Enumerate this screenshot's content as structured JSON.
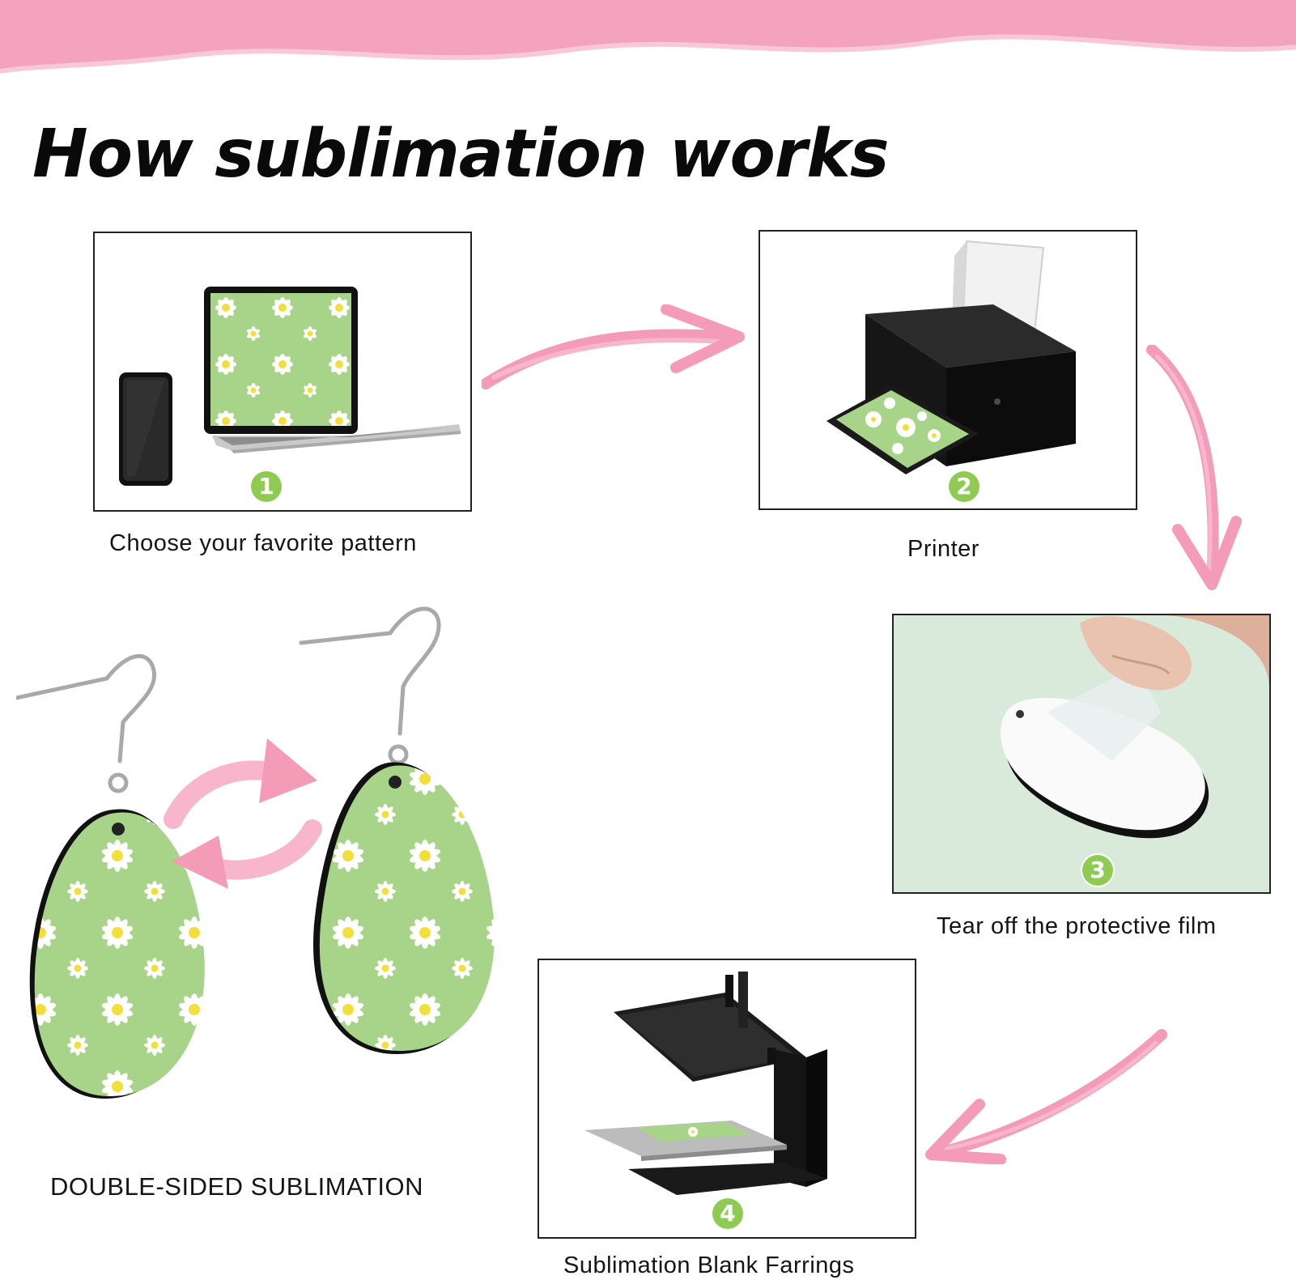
{
  "title": "How sublimation works",
  "steps": [
    {
      "number": "1",
      "caption": "Choose your favorite pattern",
      "icon": "laptop-phone-icon"
    },
    {
      "number": "2",
      "caption": "Printer",
      "icon": "printer-icon"
    },
    {
      "number": "3",
      "caption": "Tear off the protective film",
      "icon": "peel-film-icon"
    },
    {
      "number": "4",
      "caption": "Sublimation Blank Farrings",
      "icon": "heat-press-icon"
    }
  ],
  "earrings_caption": "DOUBLE-SIDED SUBLIMATION",
  "colors": {
    "banner_pink": "#f4a3bf",
    "arrow_pink": "#f49bb8",
    "badge_green": "#8fcb52",
    "pattern_green": "#a8d48a",
    "panel_border": "#222222"
  }
}
